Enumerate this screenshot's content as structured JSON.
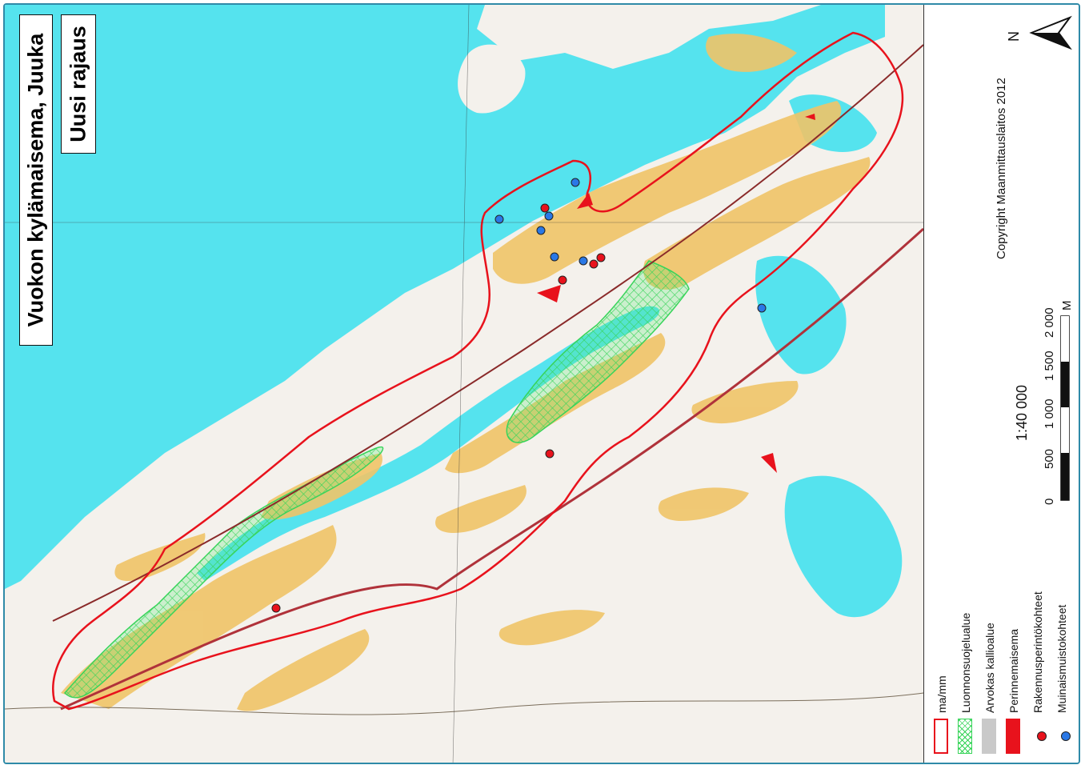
{
  "title": "Vuokon kylämaisema, Juuka",
  "subtitle": "Uusi rajaus",
  "legend": {
    "items": [
      {
        "label": "ma/mm",
        "symbol": "red-outline-box-icon"
      },
      {
        "label": "Luonnonsuojelualue",
        "symbol": "green-hatch-box-icon"
      },
      {
        "label": "Arvokas kallioalue",
        "symbol": "grey-box-icon"
      },
      {
        "label": "Perinnemaisema",
        "symbol": "red-fill-box-icon"
      },
      {
        "label": "Rakennusperintökohteet",
        "symbol": "red-dot-icon"
      },
      {
        "label": "Muinaismuistokohteet",
        "symbol": "blue-dot-icon"
      }
    ]
  },
  "scale": {
    "ratio": "1:40 000",
    "ticks": [
      "0",
      "500",
      "1 000",
      "1 500",
      "2 000"
    ],
    "unit": "M"
  },
  "copyright": "Copyright Maanmittauslaitos 2012",
  "north": {
    "label": "N",
    "icon": "north-arrow-icon"
  },
  "colors": {
    "water": "#55e3ee",
    "land": "#f4f1ec",
    "fields": "#f0c468",
    "boundary": "#e8121c",
    "conservation": "#38d45a",
    "heritage_dot": "#e8121c",
    "ancient_dot": "#2a78e6",
    "frame": "#2f8aa8"
  }
}
